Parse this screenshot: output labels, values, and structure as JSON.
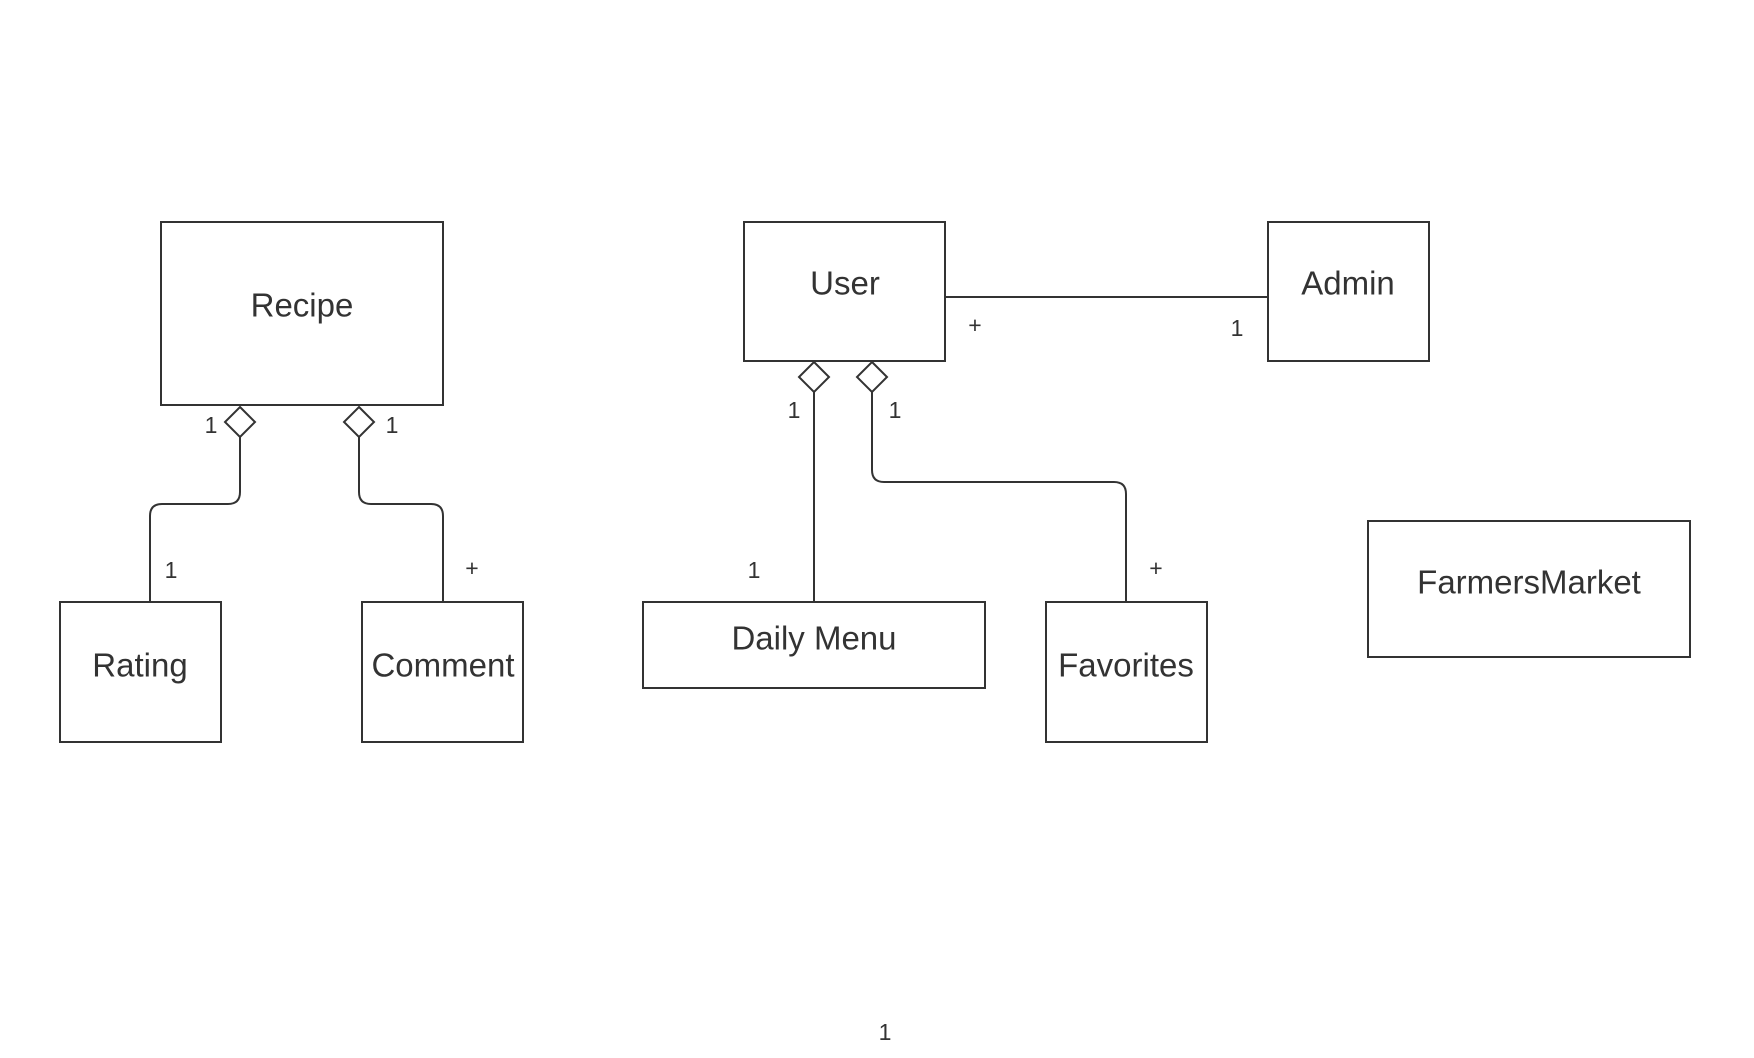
{
  "classes": {
    "recipe": "Recipe",
    "user": "User",
    "admin": "Admin",
    "rating": "Rating",
    "comment": "Comment",
    "daily_menu": "Daily Menu",
    "favorites": "Favorites",
    "farmers_market": "FarmersMarket"
  },
  "multiplicities": {
    "recipe_rating_parent": "1",
    "recipe_rating_child": "1",
    "recipe_comment_parent": "1",
    "recipe_comment_child": "+",
    "user_admin_user": "+",
    "user_admin_admin": "1",
    "user_menu_parent": "1",
    "user_menu_child": "1",
    "user_fav_parent": "1",
    "user_fav_child": "+",
    "page_footer": "1"
  },
  "colors": {
    "stroke": "#333333",
    "background": "#ffffff"
  }
}
